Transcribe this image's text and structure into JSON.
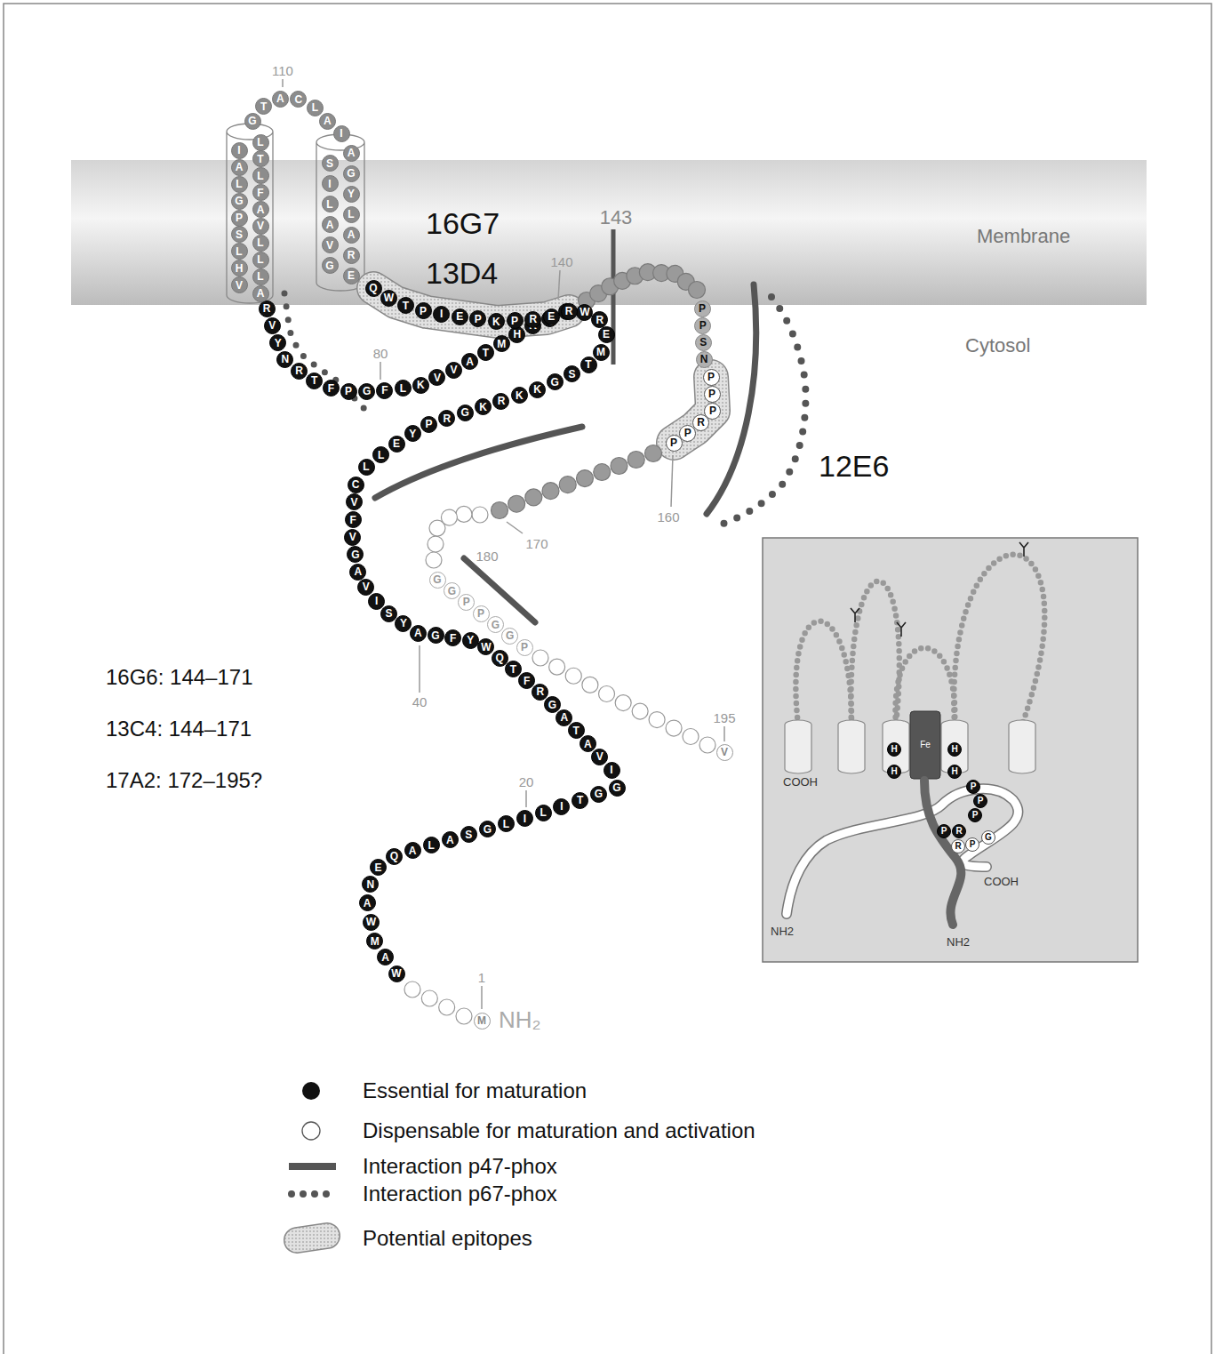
{
  "diagram": {
    "nodes": [
      {
        "text": [
          "M"
        ]
      },
      {
        "text": [
          "W"
        ]
      },
      {
        "text": [
          "A"
        ]
      },
      {
        "text": [
          "M"
        ]
      },
      {
        "text": [
          "W"
        ]
      },
      {
        "text": [
          "A"
        ]
      },
      {
        "text": [
          "N"
        ]
      },
      {
        "text": [
          "E"
        ]
      },
      {
        "text": [
          "Q"
        ]
      },
      {
        "text": [
          "A"
        ]
      },
      {
        "text": [
          "L"
        ]
      },
      {
        "text": [
          "A"
        ]
      },
      {
        "text": [
          "S"
        ]
      },
      {
        "text": [
          "G"
        ]
      },
      {
        "text": [
          "L"
        ]
      },
      {
        "text": [
          "I"
        ]
      },
      {
        "text": [
          "L"
        ]
      },
      {
        "text": [
          "I"
        ]
      },
      {
        "text": [
          "T"
        ]
      },
      {
        "text": [
          "G"
        ]
      },
      {
        "text": [
          "G"
        ]
      },
      {
        "text": [
          "I"
        ]
      },
      {
        "text": [
          "V"
        ]
      },
      {
        "text": [
          "A"
        ]
      },
      {
        "text": [
          "T"
        ]
      },
      {
        "text": [
          "A"
        ]
      },
      {
        "text": [
          "G"
        ]
      },
      {
        "text": [
          "R"
        ]
      },
      {
        "text": [
          "F"
        ]
      },
      {
        "text": [
          "T"
        ]
      },
      {
        "text": [
          "Q"
        ]
      },
      {
        "text": [
          "W"
        ]
      },
      {
        "text": [
          "Y"
        ]
      },
      {
        "text": [
          "F"
        ]
      },
      {
        "text": [
          "G"
        ]
      },
      {
        "text": [
          "A"
        ]
      },
      {
        "text": [
          "Y"
        ]
      },
      {
        "text": [
          "S"
        ]
      },
      {
        "text": [
          "I"
        ]
      },
      {
        "text": [
          "V"
        ]
      },
      {
        "text": [
          "A"
        ]
      },
      {
        "text": [
          "G"
        ]
      },
      {
        "text": [
          "V"
        ]
      },
      {
        "text": [
          "F"
        ]
      },
      {
        "text": [
          "V"
        ]
      },
      {
        "text": [
          "C"
        ]
      },
      {
        "text": [
          "L"
        ]
      },
      {
        "text": [
          "L"
        ]
      },
      {
        "text": [
          "E"
        ]
      },
      {
        "text": [
          "Y"
        ]
      },
      {
        "text": [
          "P"
        ]
      },
      {
        "text": [
          "R"
        ]
      },
      {
        "text": [
          "G"
        ]
      },
      {
        "text": [
          "K"
        ]
      },
      {
        "text": [
          "R"
        ]
      },
      {
        "text": [
          "K"
        ]
      },
      {
        "text": [
          "K"
        ]
      },
      {
        "text": [
          "G"
        ]
      },
      {
        "text": [
          "S"
        ]
      },
      {
        "text": [
          "T"
        ]
      },
      {
        "text": [
          "M"
        ]
      },
      {
        "text": [
          "E"
        ]
      },
      {
        "text": [
          "R"
        ]
      },
      {
        "text": [
          "W"
        ]
      },
      {
        "text": [
          "G"
        ]
      },
      {
        "text": [
          "Q"
        ]
      },
      {
        "text": [
          "K"
        ]
      },
      {
        "text": [
          "H"
        ]
      },
      {
        "text": [
          "M"
        ]
      },
      {
        "text": [
          "T"
        ]
      },
      {
        "text": [
          "A"
        ]
      },
      {
        "text": [
          "V"
        ]
      },
      {
        "text": [
          "V"
        ]
      },
      {
        "text": [
          "K"
        ]
      },
      {
        "text": [
          "L"
        ]
      },
      {
        "text": [
          "F"
        ]
      },
      {
        "text": [
          "G"
        ]
      },
      {
        "text": [
          "P"
        ]
      },
      {
        "text": [
          "F"
        ]
      },
      {
        "text": [
          "T"
        ]
      },
      {
        "text": [
          "R"
        ]
      },
      {
        "text": [
          "N"
        ]
      },
      {
        "text": [
          "Y"
        ]
      },
      {
        "text": [
          "V"
        ]
      },
      {
        "text": [
          "R"
        ]
      },
      {
        "text": [
          "A"
        ]
      },
      {
        "text": [
          "V"
        ]
      },
      {
        "text": [
          "L"
        ]
      },
      {
        "text": [
          "H"
        ]
      },
      {
        "text": [
          "L"
        ]
      },
      {
        "text": [
          "L"
        ]
      },
      {
        "text": [
          "L"
        ]
      },
      {
        "text": [
          "S"
        ]
      },
      {
        "text": [
          "V"
        ]
      },
      {
        "text": [
          "P"
        ]
      },
      {
        "text": [
          "A"
        ]
      },
      {
        "text": [
          "G"
        ]
      },
      {
        "text": [
          "F"
        ]
      },
      {
        "text": [
          "L"
        ]
      },
      {
        "text": [
          "L"
        ]
      },
      {
        "text": [
          "A"
        ]
      },
      {
        "text": [
          "T"
        ]
      },
      {
        "text": [
          "I"
        ]
      },
      {
        "text": [
          "L"
        ]
      },
      {
        "text": [
          "G"
        ]
      },
      {
        "text": [
          "T"
        ]
      },
      {
        "text": [
          "A"
        ]
      },
      {
        "text": [
          "C"
        ]
      },
      {
        "text": [
          "L"
        ]
      },
      {
        "text": [
          "A"
        ]
      },
      {
        "text": [
          "I"
        ]
      },
      {
        "text": [
          "A"
        ]
      },
      {
        "text": [
          "S"
        ]
      },
      {
        "text": [
          "G"
        ]
      },
      {
        "text": [
          "I"
        ]
      },
      {
        "text": [
          "Y"
        ]
      },
      {
        "text": [
          "L"
        ]
      },
      {
        "text": [
          "L"
        ]
      },
      {
        "text": [
          "A"
        ]
      },
      {
        "text": [
          "A"
        ]
      },
      {
        "text": [
          "V"
        ]
      },
      {
        "text": [
          "R"
        ]
      },
      {
        "text": [
          "G"
        ]
      },
      {
        "text": [
          "E"
        ]
      },
      {
        "text": [
          "Q"
        ]
      },
      {
        "text": [
          "W"
        ]
      },
      {
        "text": [
          "T"
        ]
      },
      {
        "text": [
          "P"
        ]
      },
      {
        "text": [
          "I"
        ]
      },
      {
        "text": [
          "E"
        ]
      },
      {
        "text": [
          "P"
        ]
      },
      {
        "text": [
          "K"
        ]
      },
      {
        "text": [
          "P"
        ]
      },
      {
        "text": [
          "R"
        ]
      },
      {
        "text": [
          "E"
        ]
      },
      {
        "text": [
          "R"
        ]
      },
      {
        "text": [
          "P"
        ]
      },
      {
        "text": [
          "P"
        ]
      },
      {
        "text": [
          "S"
        ]
      },
      {
        "text": [
          "N"
        ]
      },
      {
        "text": [
          "P"
        ]
      },
      {
        "text": [
          "P"
        ]
      },
      {
        "text": [
          "P"
        ]
      },
      {
        "text": [
          "R"
        ]
      },
      {
        "text": [
          "P"
        ]
      },
      {
        "text": [
          "P"
        ]
      },
      {
        "text": [
          "G"
        ]
      },
      {
        "text": [
          "G"
        ]
      },
      {
        "text": [
          "P"
        ]
      },
      {
        "text": [
          "P"
        ]
      },
      {
        "text": [
          "G"
        ]
      },
      {
        "text": [
          "G"
        ]
      },
      {
        "text": [
          "P"
        ]
      },
      {
        "text": [
          "V"
        ]
      },
      {
        "text": [
          "H"
        ]
      },
      {
        "text": [
          "H"
        ]
      },
      {
        "text": [
          "H"
        ]
      },
      {
        "text": [
          "H"
        ]
      },
      {
        "text": [
          "P"
        ]
      },
      {
        "text": [
          "P"
        ]
      },
      {
        "text": [
          "P"
        ]
      },
      {
        "text": [
          "P"
        ]
      },
      {
        "text": [
          "R"
        ]
      },
      {
        "text": [
          "R"
        ]
      },
      {
        "text": [
          "P"
        ]
      },
      {
        "text": [
          "G"
        ]
      }
    ],
    "labels": [
      "110",
      "80",
      "140",
      "143",
      "160",
      "170",
      "180",
      "40",
      "20",
      "1",
      "195",
      "NH₂",
      "Membrane",
      "Cytosol",
      "16G7",
      "13D4",
      "12E6",
      "16G6: 144–171",
      "13C4: 144–171",
      "17A2: 172–195?",
      "NH2",
      "COOH",
      "COOH",
      "NH2",
      "Fe"
    ],
    "legend": [
      {
        "text": "Essential for maturation"
      },
      {
        "text": "Dispensable for maturation and activation"
      },
      {
        "text": "Interaction p47-phox"
      },
      {
        "text": "Interaction p67-phox"
      },
      {
        "text": "Potential epitopes"
      }
    ]
  }
}
